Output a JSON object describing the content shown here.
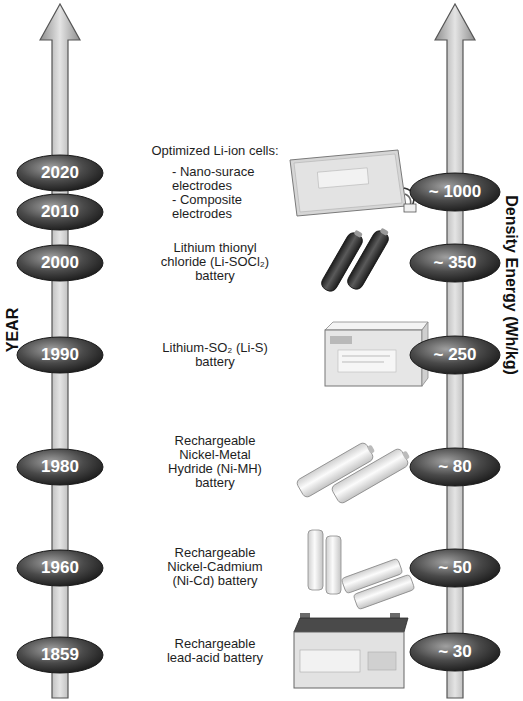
{
  "diagram": {
    "nodes": [
      {
        "text": [
          "2020"
        ]
      },
      {
        "text": [
          "2010"
        ]
      },
      {
        "text": [
          "~ 1000"
        ]
      },
      {
        "text": [
          "2000"
        ]
      },
      {
        "text": [
          "~ 350"
        ]
      },
      {
        "text": [
          "1990"
        ]
      },
      {
        "text": [
          "~ 250"
        ]
      },
      {
        "text": [
          "1980"
        ]
      },
      {
        "text": [
          "~ 80"
        ]
      },
      {
        "text": [
          "1960"
        ]
      },
      {
        "text": [
          "~ 50"
        ]
      },
      {
        "text": [
          "1859"
        ]
      },
      {
        "text": [
          "~ 30"
        ]
      }
    ],
    "labels": [
      "YEAR",
      "Optimized Li-ion cells:",
      "- Nano-surace electrodes",
      "- Composite electrodes",
      "Lithium thionyl chloride (Li-SOCl₂) battery",
      "Lithium-SO₂ (Li-S) battery",
      "Rechargeable Nickel-Metal Hydride (Ni-MH) battery",
      "Rechargeable Nickel-Cadmium (Ni-Cd) battery",
      "Rechargeable lead-acid battery",
      "Density Energy (Wh/kg)"
    ]
  }
}
